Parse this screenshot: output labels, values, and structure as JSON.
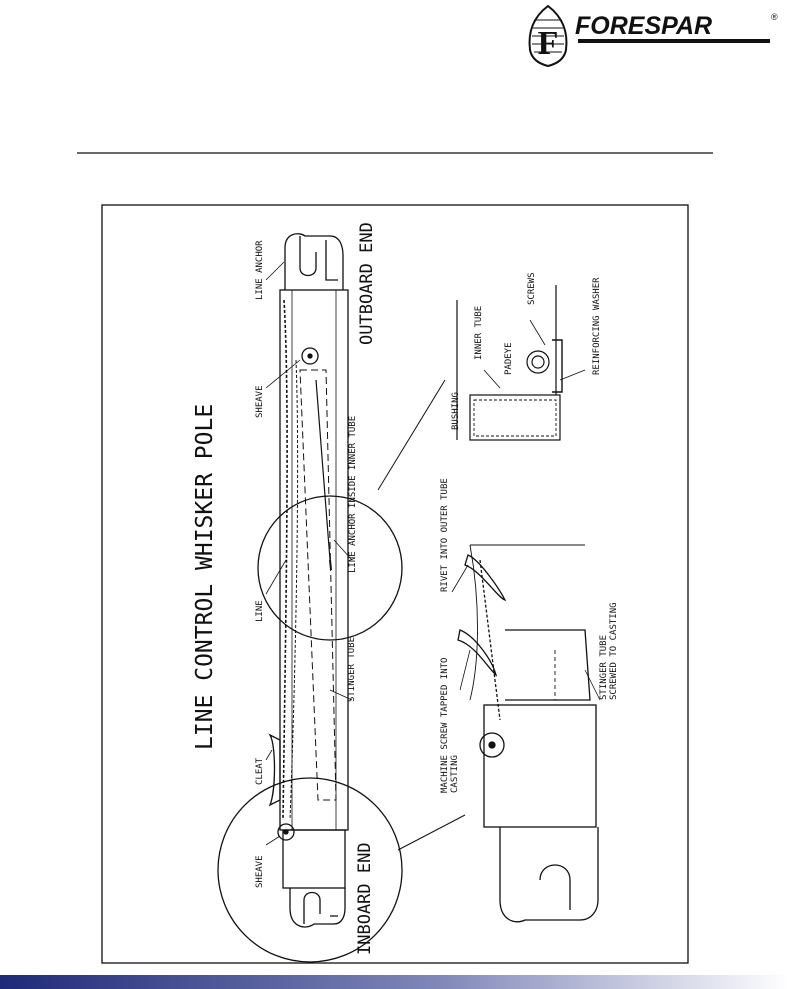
{
  "brand": {
    "name": "FORESPAR",
    "mark": "®",
    "badge_letter": "F"
  },
  "drawing": {
    "title": "LINE CONTROL WHISKER POLE",
    "ends": {
      "outboard": "OUTBOARD END",
      "inboard": "INBOARD END"
    },
    "labels": {
      "line_anchor": "LINE ANCHOR",
      "sheave_top": "SHEAVE",
      "line_anchor_inside": "LINE ANCHOR INSIDE INNER TUBE",
      "line": "LINE",
      "stinger_tube": "STINGER TUBE",
      "cleat": "CLEAT",
      "sheave_bottom": "SHEAVE",
      "inner_tube": "INNER TUBE",
      "padeye": "PADEYE",
      "screws": "SCREWS",
      "bushing": "BUSHING",
      "reinforcing_washer": "REINFORCING WASHER",
      "rivet": "RIVET INTO OUTER TUBE",
      "machine_screw_1": "MACHINE SCREW TAPPED INTO",
      "machine_screw_2": "CASTING",
      "stinger_screwed_1": "STINGER TUBE",
      "stinger_screwed_2": "SCREWED TO CASTING"
    }
  },
  "colors": {
    "footer_dark": "#1f2a78",
    "footer_light": "#ffffff",
    "ink": "#111111"
  }
}
